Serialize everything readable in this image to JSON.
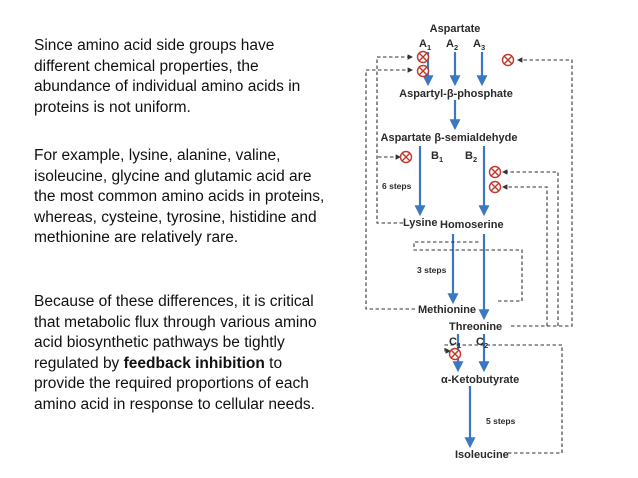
{
  "text": {
    "paragraph1": "Since amino acid side groups have different chemical properties, the abundance of individual amino acids in proteins is not uniform.",
    "paragraph2": "For example, lysine, alanine, valine, isoleucine, glycine and glutamic acid are the most common amino acids in proteins, whereas, cysteine, tyrosine, histidine and methionine are relatively rare.",
    "paragraph3_before": "Because of these differences, it is critical that metabolic flux through various amino acid biosynthetic pathways be tightly regulated by ",
    "paragraph3_bold": "feedback inhibition",
    "paragraph3_after": " to provide the required proportions of each amino acid in response to cellular needs."
  },
  "diagram": {
    "aspartate": "Aspartate",
    "enzyme_a1": "A",
    "enzyme_a1_sub": "1",
    "enzyme_a2": "A",
    "enzyme_a2_sub": "2",
    "enzyme_a3": "A",
    "enzyme_a3_sub": "3",
    "aspartyl_phosphate": "Aspartyl-β-phosphate",
    "aspartate_semialdehyde": "Aspartate β-semialdehyde",
    "enzyme_b1": "B",
    "enzyme_b1_sub": "1",
    "enzyme_b2": "B",
    "enzyme_b2_sub": "2",
    "steps_lysine": "6 steps",
    "lysine": "Lysine",
    "homoserine": "Homoserine",
    "steps_methionine": "3 steps",
    "methionine": "Methionine",
    "threonine": "Threonine",
    "enzyme_c1": "C",
    "enzyme_c1_sub": "1",
    "enzyme_c2": "C",
    "enzyme_c2_sub": "2",
    "ketobutyrate": "α-Ketobutyrate",
    "steps_isoleucine": "5 steps",
    "isoleucine": "Isoleucine",
    "colors": {
      "pathway_arrow": "#3b78c2",
      "inhibition": "#c0392b",
      "feedback_line": "#333333"
    }
  }
}
